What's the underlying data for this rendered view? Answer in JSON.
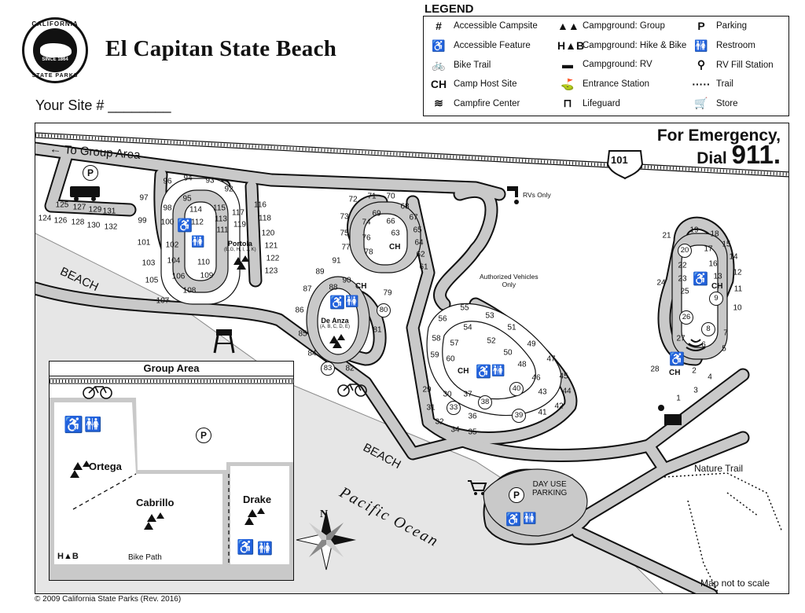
{
  "header": {
    "logo_ring_top": "CALIFORNIA",
    "logo_ring_bottom": "STATE PARKS",
    "logo_since": "SINCE 1864",
    "title": "El Capitan State Beach",
    "site_label": "Your Site # ________"
  },
  "legend": {
    "title": "LEGEND",
    "items": [
      {
        "icon": "#",
        "icon_name": "accessible-campsite-icon",
        "label": "Accessible Campsite"
      },
      {
        "icon": "♿",
        "icon_name": "accessible-feature-icon",
        "label": "Accessible Feature"
      },
      {
        "icon": "🚲",
        "icon_name": "bike-icon",
        "label": "Bike Trail"
      },
      {
        "icon": "CH",
        "icon_name": "camp-host-icon",
        "label": "Camp Host Site"
      },
      {
        "icon": "≋",
        "icon_name": "campfire-center-icon",
        "label": "Campfire Center"
      },
      {
        "icon": "▲▲",
        "icon_name": "campground-group-icon",
        "label": "Campground: Group"
      },
      {
        "icon": "H▲B",
        "icon_name": "hike-bike-icon",
        "label": "Campground: Hike & Bike"
      },
      {
        "icon": "▬",
        "icon_name": "rv-icon",
        "label": "Campground: RV"
      },
      {
        "icon": "⛳",
        "icon_name": "entrance-station-icon",
        "label": "Entrance Station"
      },
      {
        "icon": "⊓",
        "icon_name": "lifeguard-icon",
        "label": "Lifeguard"
      },
      {
        "icon": "P",
        "icon_name": "parking-icon",
        "label": "Parking"
      },
      {
        "icon": "🚻",
        "icon_name": "restroom-icon",
        "label": "Restroom"
      },
      {
        "icon": "⚲",
        "icon_name": "rv-fill-icon",
        "label": "RV Fill Station"
      },
      {
        "icon": "·····",
        "icon_name": "trail-icon",
        "label": "Trail"
      },
      {
        "icon": "🛒",
        "icon_name": "store-icon",
        "label": "Store"
      }
    ]
  },
  "map": {
    "emergency_line1": "For Emergency,",
    "emergency_dial": "Dial",
    "emergency_number": "911.",
    "highway": "101",
    "to_group_area": "To Group Area",
    "rvs_only": "RVs Only",
    "authorized_line1": "Authorized Vehicles",
    "authorized_line2": "Only",
    "beach": "BEACH",
    "ocean": "Pacific  Ocean",
    "nature_trail": "Nature Trail",
    "day_use_line1": "DAY USE",
    "day_use_line2": "PARKING",
    "not_to_scale": "Map not to scale",
    "north": "N",
    "portola_name": "Portola",
    "portola_sub": "(E,G, H, I, J, K)",
    "deanza_name": "De Anza",
    "deanza_sub": "(A, B, C, D, E)",
    "ch": "CH",
    "parking": "P",
    "accessible_sites": [
      "20",
      "9",
      "26",
      "8",
      "80",
      "83",
      "40",
      "38",
      "33",
      "39"
    ]
  },
  "group_area": {
    "title": "Group Area",
    "ortega": "Ortega",
    "cabrillo": "Cabrillo",
    "drake": "Drake",
    "bike_path": "Bike Path",
    "parking": "P"
  },
  "footer": "© 2009 California State Parks (Rev. 2016)"
}
